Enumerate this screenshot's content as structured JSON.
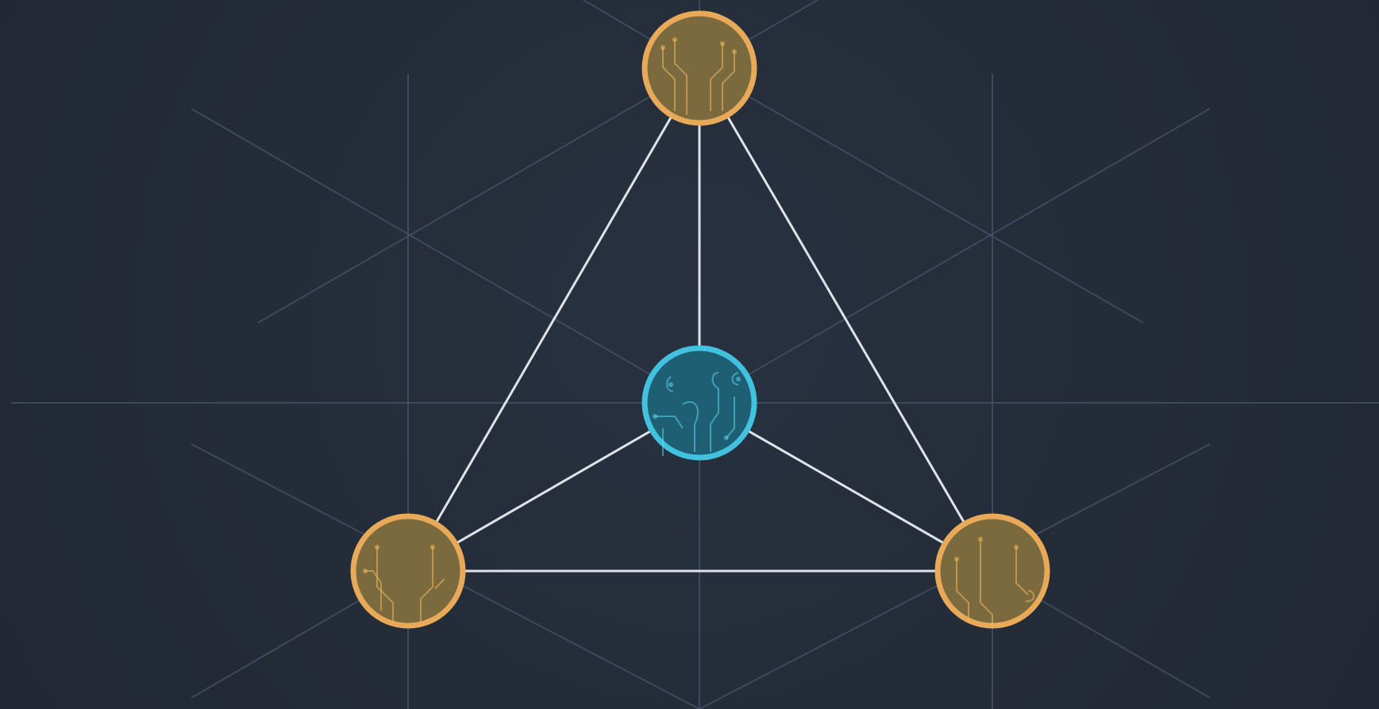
{
  "diagram": {
    "description_visible_text": "",
    "colors": {
      "background": "#252d3a",
      "grid": "#48536a",
      "edge": "#dfe3e8",
      "outer_node_fill": "#7c6a3f",
      "outer_node_stroke": "#e8aa58",
      "center_node_fill": "#1e5f74",
      "center_node_stroke": "#43c2e0"
    },
    "nodes": [
      {
        "id": "top",
        "type": "outer",
        "icon": "circuit-icon"
      },
      {
        "id": "bottom-left",
        "type": "outer",
        "icon": "circuit-icon"
      },
      {
        "id": "bottom-right",
        "type": "outer",
        "icon": "circuit-icon"
      },
      {
        "id": "center",
        "type": "center",
        "icon": "circuit-icon"
      }
    ],
    "edges": [
      {
        "from": "top",
        "to": "bottom-left"
      },
      {
        "from": "top",
        "to": "bottom-right"
      },
      {
        "from": "bottom-left",
        "to": "bottom-right"
      },
      {
        "from": "center",
        "to": "top"
      },
      {
        "from": "center",
        "to": "bottom-left"
      },
      {
        "from": "center",
        "to": "bottom-right"
      }
    ]
  }
}
